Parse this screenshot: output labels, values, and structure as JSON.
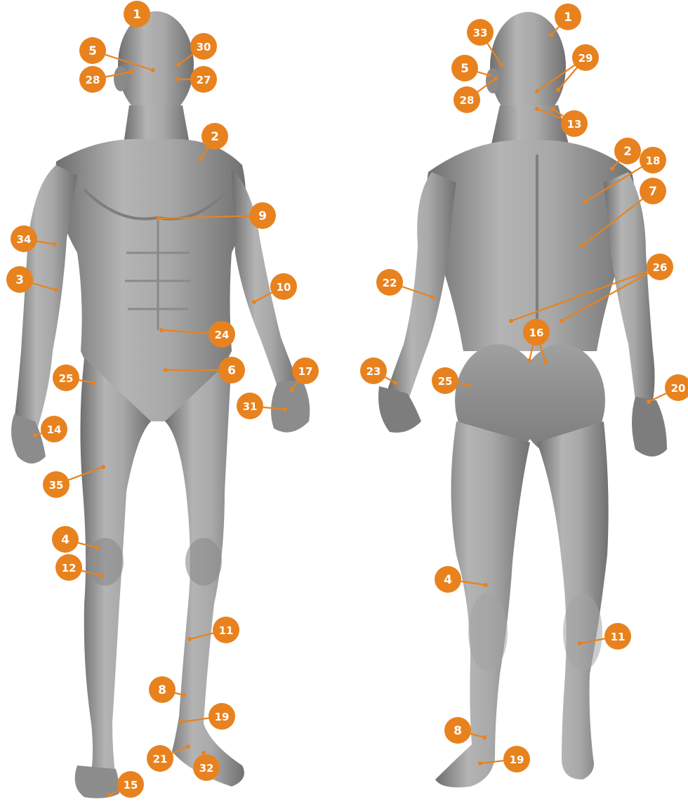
{
  "colors": {
    "badge": "#E8821E",
    "leader": "#E8821E",
    "badge_text": "#FFFFFF",
    "figure_fill": "#9a9a9a",
    "figure_dark": "#6e6e6e",
    "figure_light": "#c6c6c6",
    "background": "#FFFFFF"
  },
  "figures": [
    {
      "name": "front-view"
    },
    {
      "name": "back-view"
    }
  ],
  "markers": [
    {
      "num": "1"
    },
    {
      "num": "5"
    },
    {
      "num": "30"
    },
    {
      "num": "28"
    },
    {
      "num": "27"
    },
    {
      "num": "2"
    },
    {
      "num": "9"
    },
    {
      "num": "34"
    },
    {
      "num": "3"
    },
    {
      "num": "10"
    },
    {
      "num": "24"
    },
    {
      "num": "25"
    },
    {
      "num": "6"
    },
    {
      "num": "17"
    },
    {
      "num": "31"
    },
    {
      "num": "14"
    },
    {
      "num": "35"
    },
    {
      "num": "4"
    },
    {
      "num": "12"
    },
    {
      "num": "11"
    },
    {
      "num": "8"
    },
    {
      "num": "19"
    },
    {
      "num": "21"
    },
    {
      "num": "32"
    },
    {
      "num": "15"
    },
    {
      "num": "33"
    },
    {
      "num": "1"
    },
    {
      "num": "29"
    },
    {
      "num": "5"
    },
    {
      "num": "28"
    },
    {
      "num": "13"
    },
    {
      "num": "2"
    },
    {
      "num": "18"
    },
    {
      "num": "7"
    },
    {
      "num": "26"
    },
    {
      "num": "22"
    },
    {
      "num": "16"
    },
    {
      "num": "23"
    },
    {
      "num": "25"
    },
    {
      "num": "20"
    },
    {
      "num": "4"
    },
    {
      "num": "11"
    },
    {
      "num": "8"
    },
    {
      "num": "19"
    }
  ]
}
